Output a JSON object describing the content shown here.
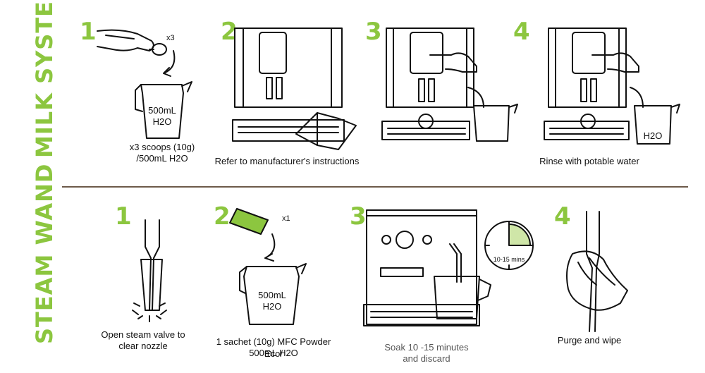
{
  "sections": {
    "milk": "MILK SYSTEM",
    "steam": "STEAM WAND"
  },
  "milk_steps": [
    {
      "num": "1",
      "multiplier": "x3",
      "jug_label": "500mL",
      "jug_formula": "H2O",
      "caption_a": "x3 scoops (10g)",
      "caption_b": "/500mL H2O"
    },
    {
      "num": "2",
      "caption": "Refer to manufacturer's instructions"
    },
    {
      "num": "3"
    },
    {
      "num": "4",
      "jug_formula": "H2O",
      "caption": "Rinse with potable water"
    }
  ],
  "steam_steps": [
    {
      "num": "1",
      "caption_a": "Open steam valve to",
      "caption_b": "clear nozzle"
    },
    {
      "num": "2",
      "multiplier": "x1",
      "jug_label": "500mL",
      "jug_formula": "H2O",
      "caption_a": "1 sachet (10g) MFC Powder Eco/",
      "caption_b": "500mL H2O"
    },
    {
      "num": "3",
      "timer_label": "10-15 mins",
      "caption_a": "Soak 10 -15 minutes",
      "caption_b": "and discard"
    },
    {
      "num": "4",
      "caption": "Purge and wipe"
    }
  ],
  "colors": {
    "accent": "#8cc63f",
    "divider": "#6d5a4a",
    "ink": "#111111"
  }
}
